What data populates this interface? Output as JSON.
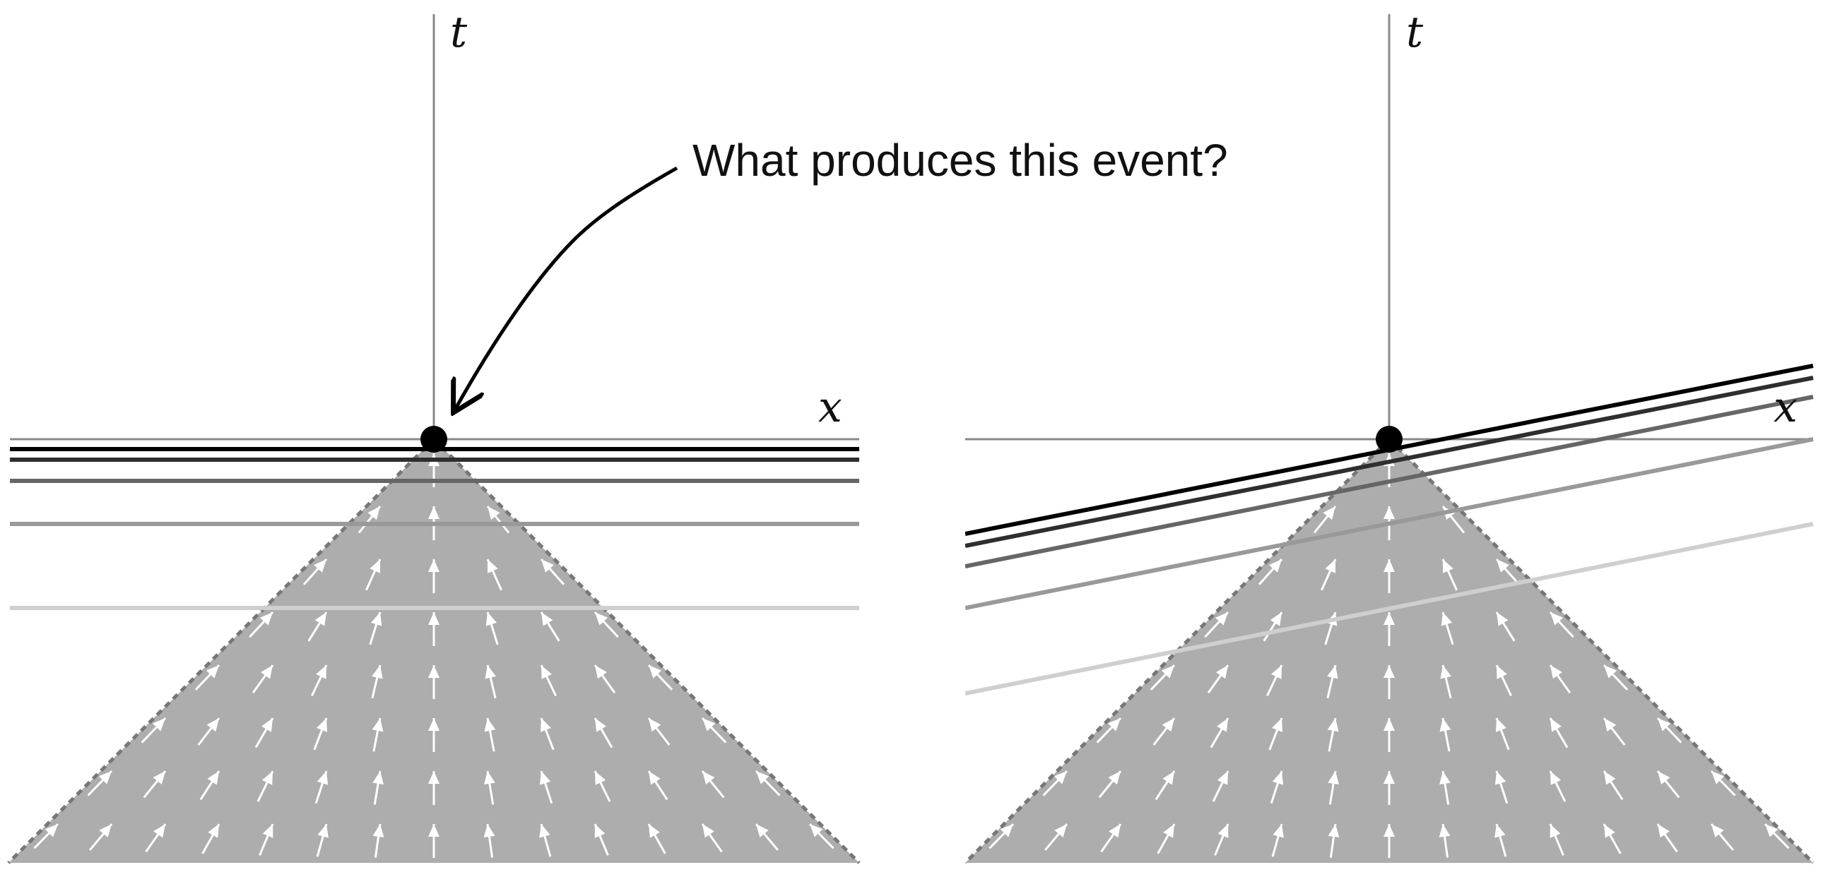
{
  "annotation": {
    "text": "What produces this event?"
  },
  "panels": [
    {
      "id": "left",
      "axis_t_label": "t",
      "axis_x_label": "x",
      "hypersurface_shades": [
        "#000000",
        "#2e2e2e",
        "#666666",
        "#999999",
        "#cfcfcf"
      ]
    },
    {
      "id": "right",
      "axis_t_label": "t",
      "axis_x_label": "x",
      "hypersurface_shades": [
        "#000000",
        "#2e2e2e",
        "#666666",
        "#999999",
        "#cfcfcf"
      ]
    }
  ],
  "colors": {
    "cone_fill": "#adadad",
    "cone_edge": "#777777",
    "axis": "#888888",
    "arrow": "#ffffff",
    "event": "#000000"
  }
}
